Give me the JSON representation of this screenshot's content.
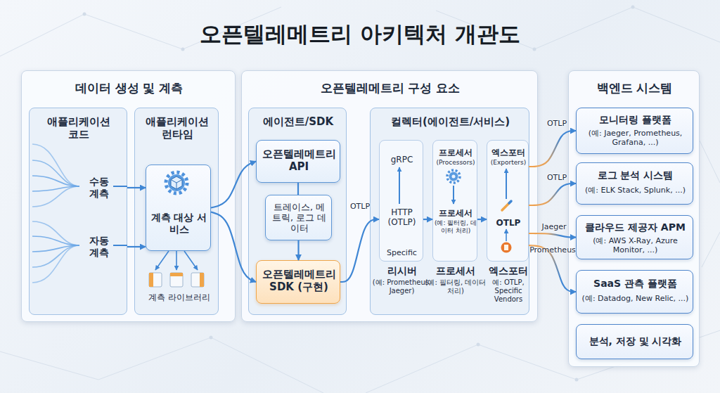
{
  "diagram": {
    "title": "오픈텔레메트리 아키텍처 개관도",
    "nodes": [
      {
        "text": [
          "데이터 생성 및 계측"
        ]
      },
      {
        "text": [
          "애플리케이션 코드",
          "수동 계측",
          "자동 계측"
        ],
        "in": 0
      },
      {
        "text": [
          "애플리케이션 런타임"
        ],
        "in": 0
      },
      {
        "text": [
          "계측 대상 서비스"
        ],
        "in": 2
      },
      {
        "text": [
          "오픈텔레메트리 구성 요소"
        ]
      },
      {
        "text": [
          "에이전트/SDK"
        ],
        "in": 4
      },
      {
        "text": [
          "오픈텔레메트리 API"
        ],
        "in": 5
      },
      {
        "text": [
          "트레이스, 메트릭, 로그 데이터"
        ],
        "in": 5
      },
      {
        "text": [
          "오픈텔레메트리 SDK (구현)"
        ],
        "in": 5
      },
      {
        "text": [
          "컬렉터(에이전트/서비스)"
        ],
        "in": 4
      },
      {
        "text": [
          "gRPC",
          "HTTP (OTLP)",
          "Specific",
          "리시버",
          "(예: Prometheus, Jaeger)"
        ],
        "in": 9
      },
      {
        "text": [
          "프로세서",
          "(Processors)",
          "프로세서",
          "(예: 필터링, 데이터 처리)",
          "프로세서",
          "(예: 필터링, 데이터 처리)"
        ],
        "in": 9
      },
      {
        "text": [
          "엑스포터",
          "(Exporters)",
          "OTLP",
          "엑스포터",
          "예: OTLP, Specific Vendors"
        ],
        "in": 9
      },
      {
        "text": [
          "백엔드 시스템"
        ]
      },
      {
        "text": [
          "모니터링 플랫폼",
          "(예: Jaeger, Prometheus, Grafana, ...)"
        ],
        "in": 13
      },
      {
        "text": [
          "로그 분석 시스템",
          "(예: ELK Stack, Splunk, ...)"
        ],
        "in": 13
      },
      {
        "text": [
          "클라우드 제공자 APM",
          "(예: AWS X-Ray, Azure Monitor, ...)"
        ],
        "in": 13
      },
      {
        "text": [
          "SaaS 관측 플랫폼",
          "(예: Datadog, New Relic, ...)"
        ],
        "in": 13
      },
      {
        "text": [
          "분석, 저장 및 시각화"
        ],
        "in": 13
      }
    ],
    "edges": [
      {
        "from": 1,
        "to": 3,
        "arrow": "to"
      },
      {
        "from": 1,
        "to": 3,
        "arrow": "to"
      },
      {
        "from": 3,
        "to": 6,
        "arrow": "to"
      },
      {
        "from": 3,
        "to": 8,
        "arrow": "to"
      },
      {
        "from": 6,
        "to": 7,
        "arrow": "none"
      },
      {
        "from": 7,
        "to": 8,
        "arrow": "to"
      },
      {
        "from": 8,
        "to": 10,
        "label": "OTLP",
        "arrow": "to"
      },
      {
        "from": 10,
        "to": 11,
        "arrow": "to"
      },
      {
        "from": 11,
        "to": 12,
        "arrow": "to"
      },
      {
        "from": 12,
        "to": 14,
        "label": "OTLP",
        "arrow": "to"
      },
      {
        "from": 12,
        "to": 15,
        "label": "OTLP",
        "arrow": "to"
      },
      {
        "from": 12,
        "to": 16,
        "label": "Jaeger",
        "arrow": "to"
      },
      {
        "from": 12,
        "to": 17,
        "label": "Prometheus",
        "arrow": "to"
      }
    ],
    "labels": [
      "계측 라이브러리"
    ]
  }
}
